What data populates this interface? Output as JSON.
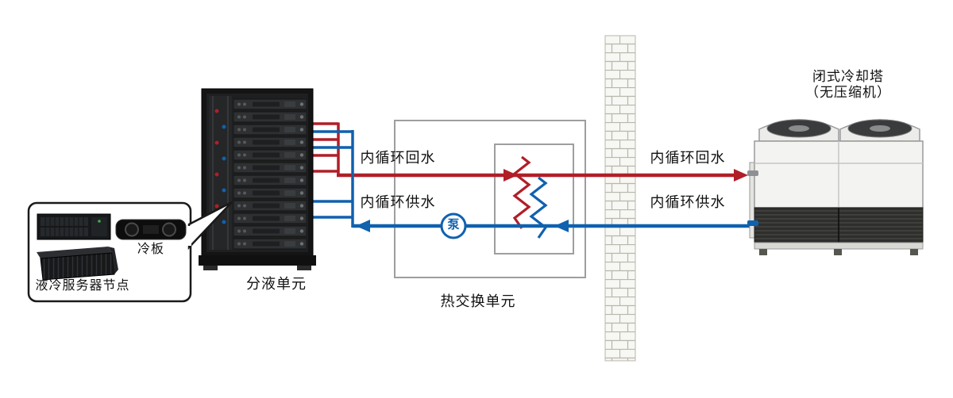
{
  "labels": {
    "cold_plate": "冷板",
    "server_node": "液冷服务器节点",
    "distribution_unit": "分液单元",
    "heat_exchange_unit": "热交换单元",
    "pump": "泵",
    "cooling_tower_line1": "闭式冷却塔",
    "cooling_tower_line2": "（无压缩机）",
    "inner_loop_return_left": "内循环回水",
    "inner_loop_supply_left": "内循环供水",
    "inner_loop_return_right": "内循环回水",
    "inner_loop_supply_right": "内循环供水"
  },
  "colors": {
    "return_pipe": "#b01e28",
    "supply_pipe": "#1061ae",
    "unit_box_border": "#9e9e9e"
  }
}
